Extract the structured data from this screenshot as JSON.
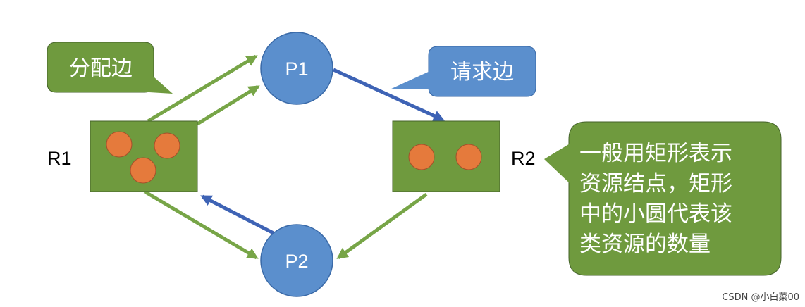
{
  "diagram": {
    "resources": {
      "r1": {
        "label": "R1"
      },
      "r2": {
        "label": "R2"
      }
    },
    "processes": {
      "p1": {
        "label": "P1"
      },
      "p2": {
        "label": "P2"
      }
    },
    "callouts": {
      "allocation": "分配边",
      "request": "请求边",
      "note_lines": [
        "一般用矩形表示",
        "资源结点，矩形",
        "中的小圆代表该",
        "类资源的数量"
      ]
    }
  },
  "watermark": "CSDN @小白菜00",
  "colors": {
    "resource_fill": "#6f9a3e",
    "process_fill": "#5b8fcd",
    "token_fill": "#e57a3c",
    "allocation_edge": "#77a547",
    "request_edge": "#3e63b5",
    "callout_green": "#6f9a3e",
    "callout_blue": "#5b8fcd"
  }
}
